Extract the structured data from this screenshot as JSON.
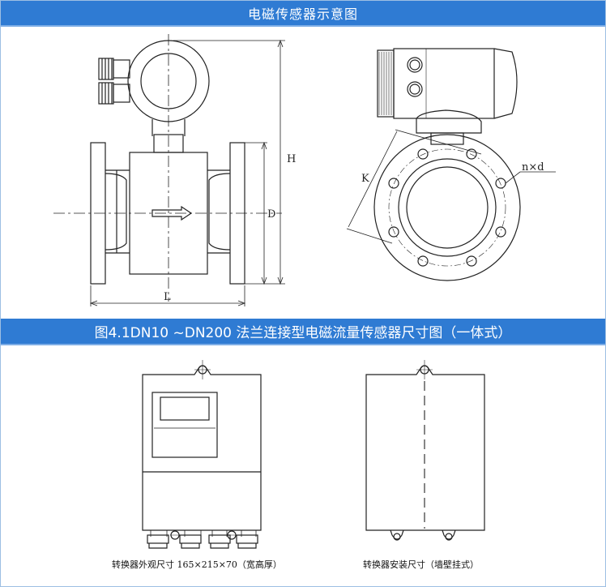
{
  "banners": {
    "top_title": "电磁传感器示意图",
    "figure_caption": "图4.1DN10 ~DN200 法兰连接型电磁流量传感器尺寸图（一体式）"
  },
  "sensor_front_view": {
    "label_H": "H",
    "label_D": "D",
    "label_L": "L"
  },
  "sensor_side_view": {
    "label_K": "K",
    "label_bolts": "n×d"
  },
  "converter_front": {
    "caption": "转换器外观尺寸  165×215×70（宽高厚）"
  },
  "converter_back": {
    "caption": "转换器安装尺寸（墙壁挂式）"
  },
  "colors": {
    "banner": "#2f7bd3",
    "line": "#222222"
  }
}
